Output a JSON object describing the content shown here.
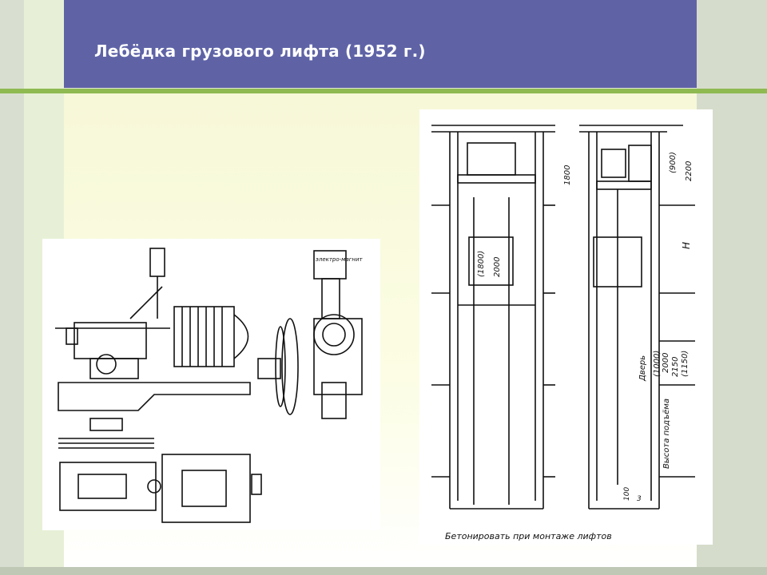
{
  "slide": {
    "title": "Лебёдка грузового лифта (1952 г.)"
  },
  "figure_left": {
    "labels": {
      "electromagnet": "электро-магнит"
    }
  },
  "figure_right": {
    "labels": {
      "caption": "Бетонировать при монтаже лифтов",
      "dim_1800": "1800",
      "dim_900": "(900)",
      "dim_2200": "2200",
      "dim_H": "H",
      "dim_1800_car": "(1800)",
      "dim_2000_car": "2000",
      "door": "Дверь",
      "door_1000": "(1000)",
      "door_2000": "2000",
      "door_2150": "2150",
      "door_1150": "(1150)",
      "lift_height": "Высота подъёма",
      "dim_100": "100",
      "dim_3": "3"
    }
  },
  "colors": {
    "header": "#5f63a6",
    "accent": "#8fba52",
    "content_bg": "#f7f8d8"
  }
}
